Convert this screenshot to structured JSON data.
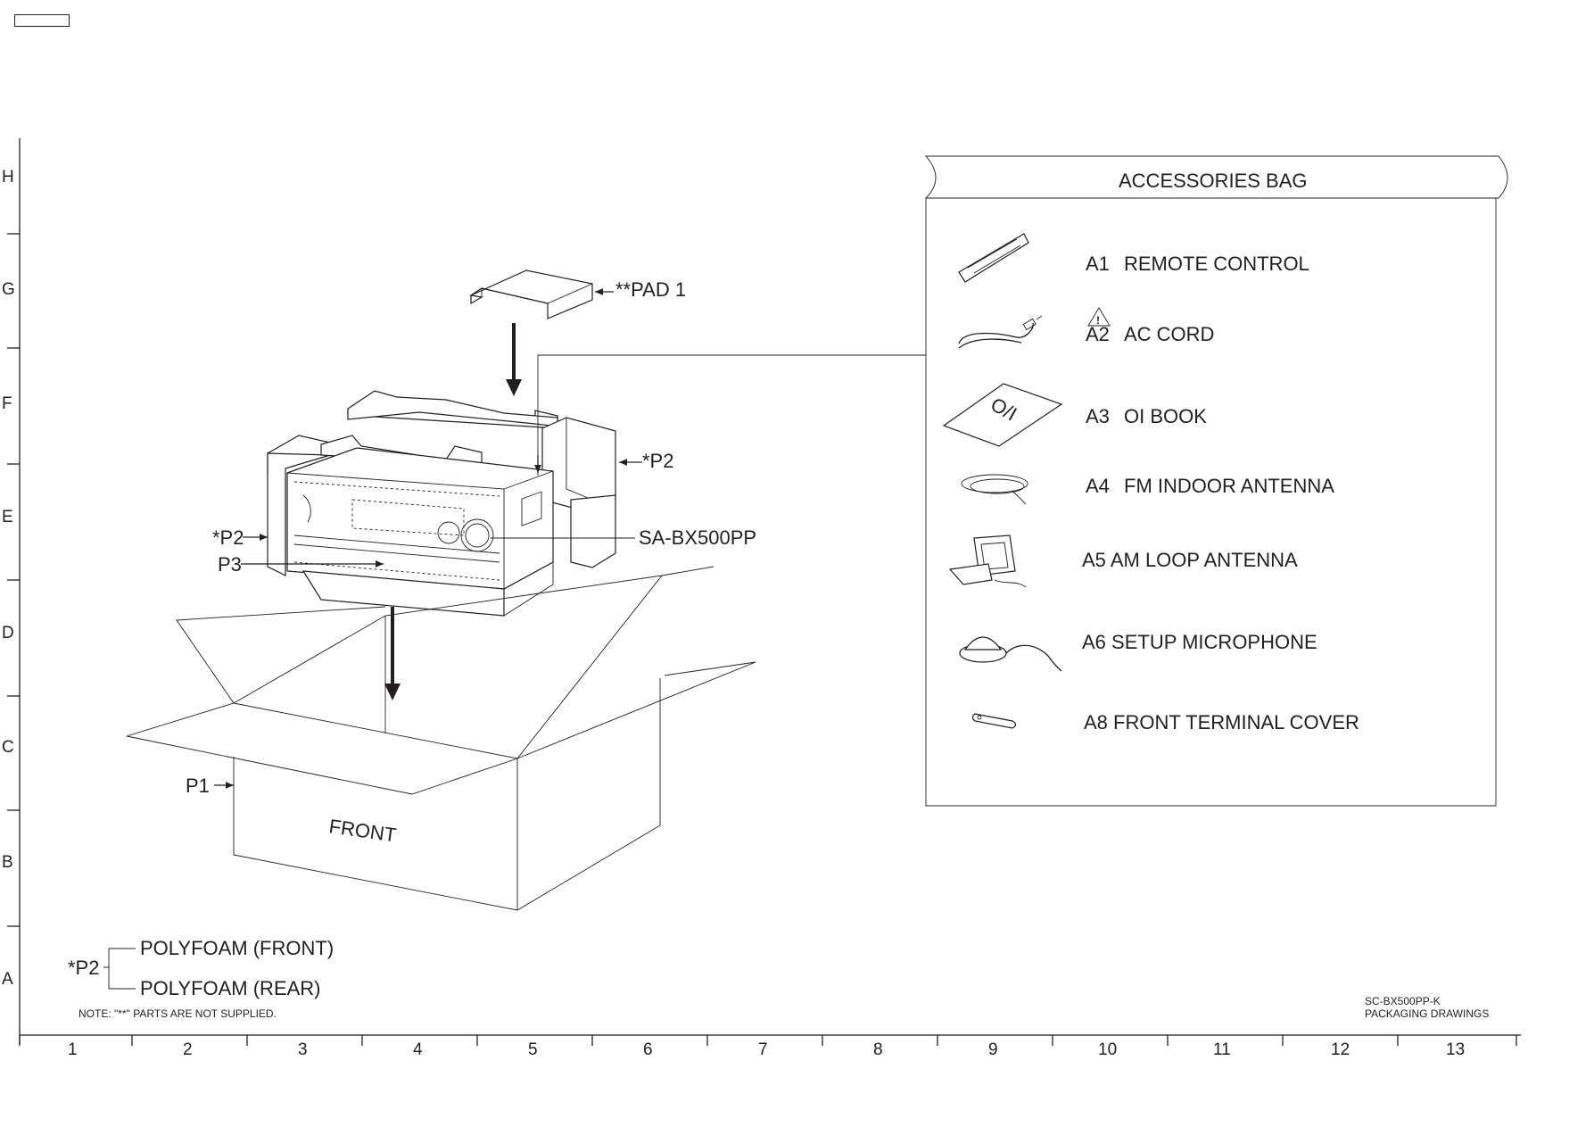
{
  "grid": {
    "rows": [
      "H",
      "G",
      "F",
      "E",
      "D",
      "C",
      "B",
      "A"
    ],
    "columns": [
      "1",
      "2",
      "3",
      "4",
      "5",
      "6",
      "7",
      "8",
      "9",
      "10",
      "11",
      "12",
      "13"
    ]
  },
  "callouts": {
    "pad1": "**PAD 1",
    "p2_right": "*P2",
    "p2_left": "*P2",
    "unit_model": "SA-BX500PP",
    "p3": "P3",
    "p1": "P1",
    "box_front": "FRONT"
  },
  "accessories_bag": {
    "title": "ACCESSORIES BAG",
    "book_cover_text": "O/I",
    "items": [
      {
        "code": "A1",
        "label": "REMOTE CONTROL",
        "icon": "remote-control-icon"
      },
      {
        "code": "A2",
        "label": "AC CORD",
        "icon": "ac-cord-icon",
        "warning_mark": "!"
      },
      {
        "code": "A3",
        "label": "OI BOOK",
        "icon": "oi-book-icon"
      },
      {
        "code": "A4",
        "label": "FM INDOOR ANTENNA",
        "icon": "fm-antenna-icon"
      },
      {
        "code": "A5",
        "label": "AM LOOP ANTENNA",
        "icon": "am-loop-antenna-icon"
      },
      {
        "code": "A6",
        "label": "SETUP MICROPHONE",
        "icon": "microphone-icon"
      },
      {
        "code": "A8",
        "label": "FRONT TERMINAL COVER",
        "icon": "terminal-cover-icon"
      }
    ]
  },
  "legend": {
    "ref": "*P2",
    "items": [
      "POLYFOAM (FRONT)",
      "POLYFOAM (REAR)"
    ],
    "note": "NOTE: \"**\" PARTS ARE NOT SUPPLIED."
  },
  "footer": {
    "model": "SC-BX500PP-K",
    "title": "PACKAGING DRAWINGS"
  }
}
